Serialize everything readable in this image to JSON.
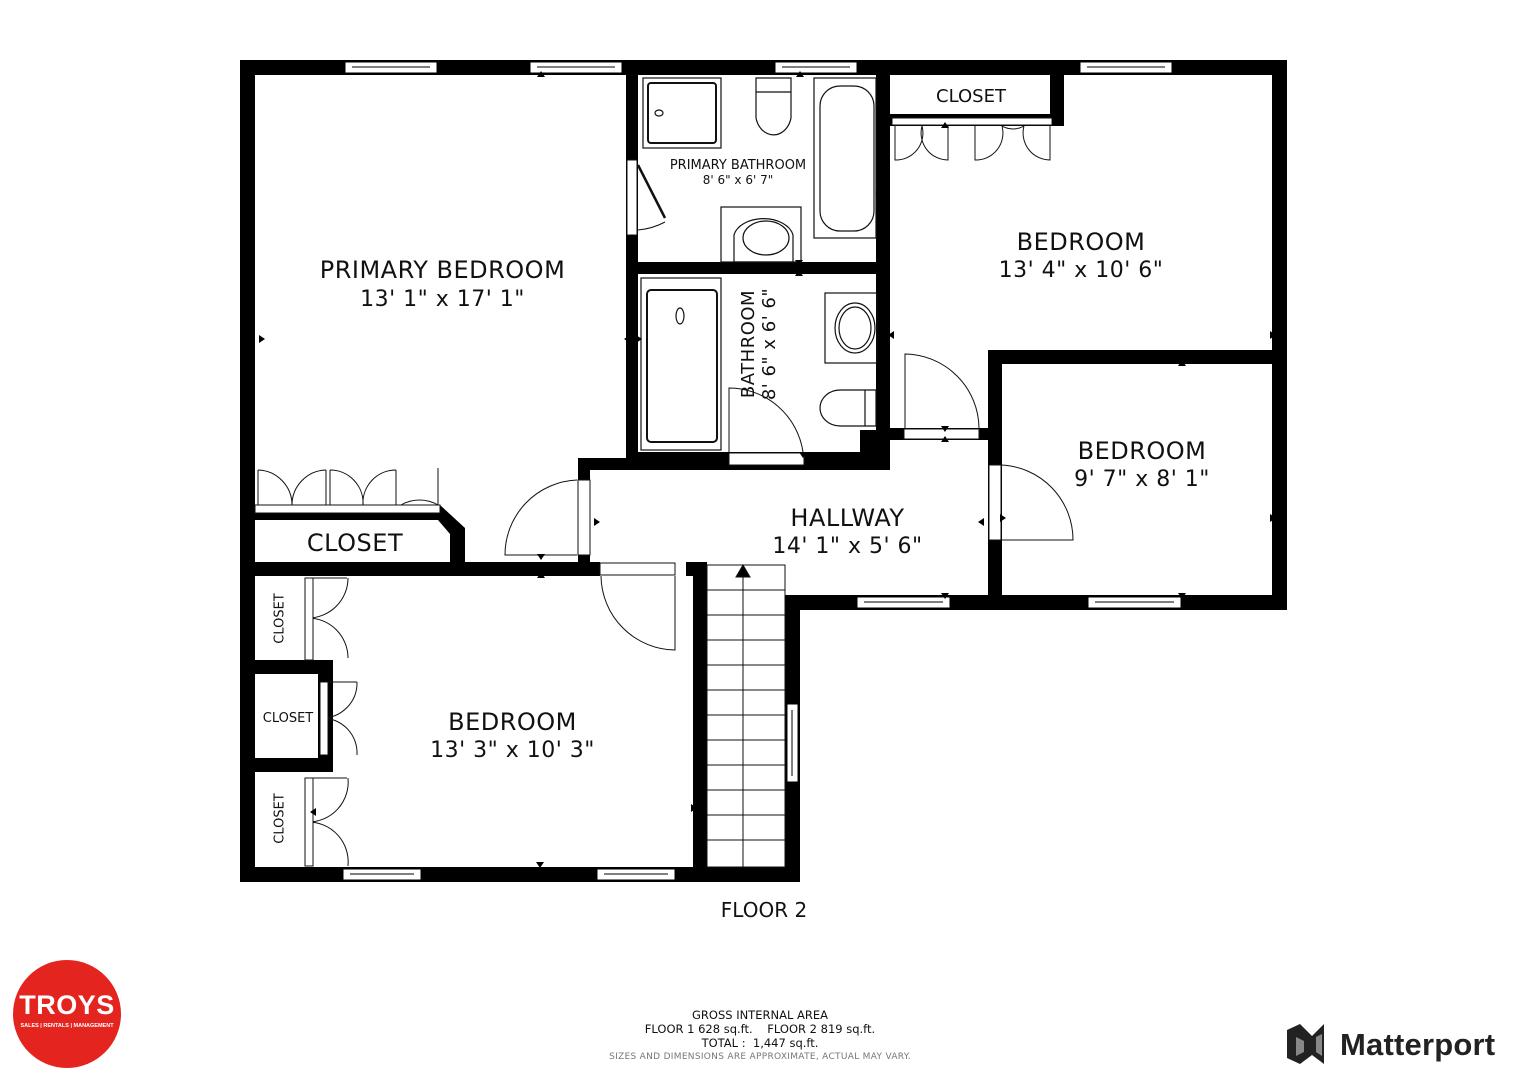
{
  "floor_label": "FLOOR 2",
  "rooms": {
    "primary_bedroom": {
      "name": "PRIMARY BEDROOM",
      "dims": "13' 1\" x 17' 1\""
    },
    "primary_bathroom": {
      "name": "PRIMARY BATHROOM",
      "dims": "8' 6\" x 6' 7\""
    },
    "bathroom": {
      "name": "BATHROOM",
      "dims": "8' 6\" x 6' 6\""
    },
    "bedroom_ne": {
      "name": "BEDROOM",
      "dims": "13' 4\" x 10' 6\""
    },
    "bedroom_e": {
      "name": "BEDROOM",
      "dims": "9' 7\" x 8' 1\""
    },
    "hallway": {
      "name": "HALLWAY",
      "dims": "14' 1\" x 5' 6\""
    },
    "bedroom_sw": {
      "name": "BEDROOM",
      "dims": "13' 3\" x 10' 3\""
    },
    "closet_primary": {
      "name": "CLOSET"
    },
    "closet_ne": {
      "name": "CLOSET"
    },
    "closet_sw_1": {
      "name": "CLOSET"
    },
    "closet_sw_2": {
      "name": "CLOSET"
    },
    "closet_sw_3": {
      "name": "CLOSET"
    }
  },
  "area": {
    "title": "GROSS INTERNAL AREA",
    "floors_line": "FLOOR 1 628 sq.ft.    FLOOR 2 819 sq.ft.",
    "total_line": "TOTAL :  1,447 sq.ft.",
    "note": "SIZES AND DIMENSIONS ARE APPROXIMATE, ACTUAL MAY VARY."
  },
  "logos": {
    "agency": {
      "name": "TROYS",
      "tagline": "SALES | RENTALS | MANAGEMENT",
      "color": "#e4241f"
    },
    "vendor": {
      "name": "Matterport",
      "icon": "matterport-logo-icon"
    }
  },
  "colors": {
    "wall": "#000000",
    "background": "#ffffff",
    "fixture_line": "#111111"
  }
}
